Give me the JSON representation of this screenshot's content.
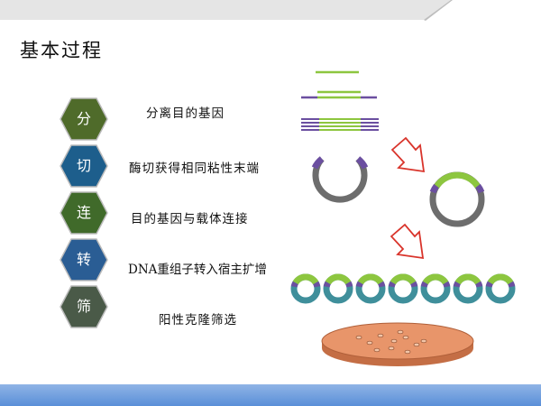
{
  "slide": {
    "title": "基本过程",
    "steps": [
      {
        "char": "分",
        "label": "分离目的基因",
        "color": "#4f6b2a"
      },
      {
        "char": "切",
        "label": "酶切获得相同粘性末端",
        "color": "#1d5e8c"
      },
      {
        "char": "连",
        "label": "目的基因与载体连接",
        "color": "#406a2a"
      },
      {
        "char": "转",
        "label": "DNA重组子转入宿主扩增",
        "color": "#2a5d94"
      },
      {
        "char": "筛",
        "label": "阳性克隆筛选",
        "color": "#4a5a48"
      }
    ]
  },
  "illustration": {
    "colors": {
      "green": "#8dc63f",
      "purple": "#6b4fa0",
      "gray": "#6d6d6d",
      "teal": "#3f8f9b",
      "arrow": "#d9342b",
      "dish": "#e8956a"
    }
  }
}
